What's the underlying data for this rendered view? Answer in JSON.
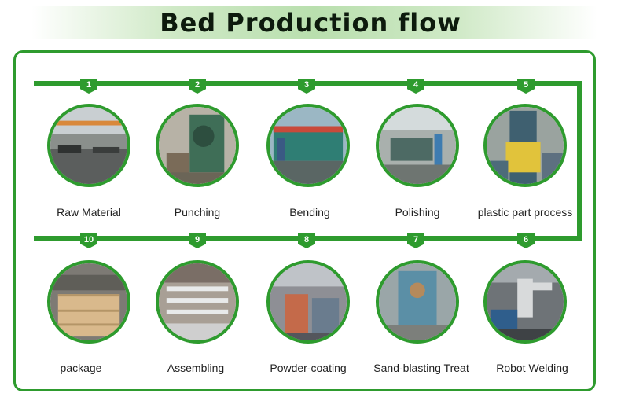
{
  "title": "Bed Production flow",
  "steps": [
    {
      "number": "1",
      "label": "Raw Material",
      "photo": "factory-warehouse-photo"
    },
    {
      "number": "2",
      "label": "Punching",
      "photo": "punching-press-photo"
    },
    {
      "number": "3",
      "label": "Bending",
      "photo": "bending-machine-photo"
    },
    {
      "number": "4",
      "label": "Polishing",
      "photo": "polishing-workshop-photo"
    },
    {
      "number": "5",
      "label": "plastic part process",
      "photo": "plastic-molding-machine-photo"
    },
    {
      "number": "6",
      "label": "Robot Welding",
      "photo": "robot-welding-photo"
    },
    {
      "number": "7",
      "label": "Sand-blasting Treat",
      "photo": "sand-blasting-photo"
    },
    {
      "number": "8",
      "label": "Powder-coating",
      "photo": "powder-coating-line-photo"
    },
    {
      "number": "9",
      "label": "Assembling",
      "photo": "assembling-line-photo"
    },
    {
      "number": "10",
      "label": "package",
      "photo": "packaged-boxes-photo"
    }
  ],
  "colors": {
    "accent": "#2e9b2e",
    "banner": "#b9dfae"
  }
}
